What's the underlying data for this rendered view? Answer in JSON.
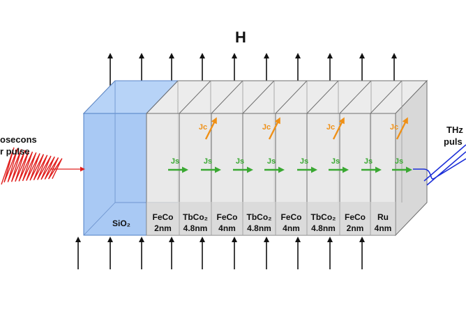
{
  "field_label": "H",
  "input_pulse": {
    "lines": [
      "osecons",
      "r pulse"
    ],
    "color": "#e0201e"
  },
  "output_pulse": {
    "lines": [
      "THz",
      "puls"
    ],
    "color": "#1c2fd8"
  },
  "substrate": {
    "label": "SiO₂",
    "color": "#a9c9f4"
  },
  "layers": [
    {
      "name": "FeCo",
      "thickness": "2nm"
    },
    {
      "name": "TbCo₂",
      "thickness": "4.8nm"
    },
    {
      "name": "FeCo",
      "thickness": "4nm"
    },
    {
      "name": "TbCo₂",
      "thickness": "4.8nm"
    },
    {
      "name": "FeCo",
      "thickness": "4nm"
    },
    {
      "name": "TbCo₂",
      "thickness": "4.8nm"
    },
    {
      "name": "FeCo",
      "thickness": "2nm"
    },
    {
      "name": "Ru",
      "thickness": "4nm"
    }
  ],
  "spin_current_label": "Js",
  "charge_current_label": "Jc",
  "colors": {
    "spin": "#3aa832",
    "charge": "#ef9016",
    "layer": "#e3e3e3",
    "edge": "#6f6f6f"
  }
}
